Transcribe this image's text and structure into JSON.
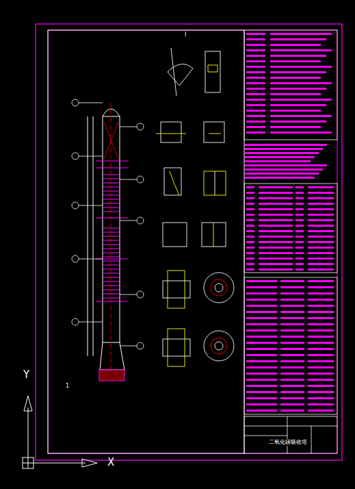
{
  "diagram": {
    "labels": [
      "Y",
      "X",
      "1",
      "I",
      "二氧化碳吸收塔"
    ]
  }
}
